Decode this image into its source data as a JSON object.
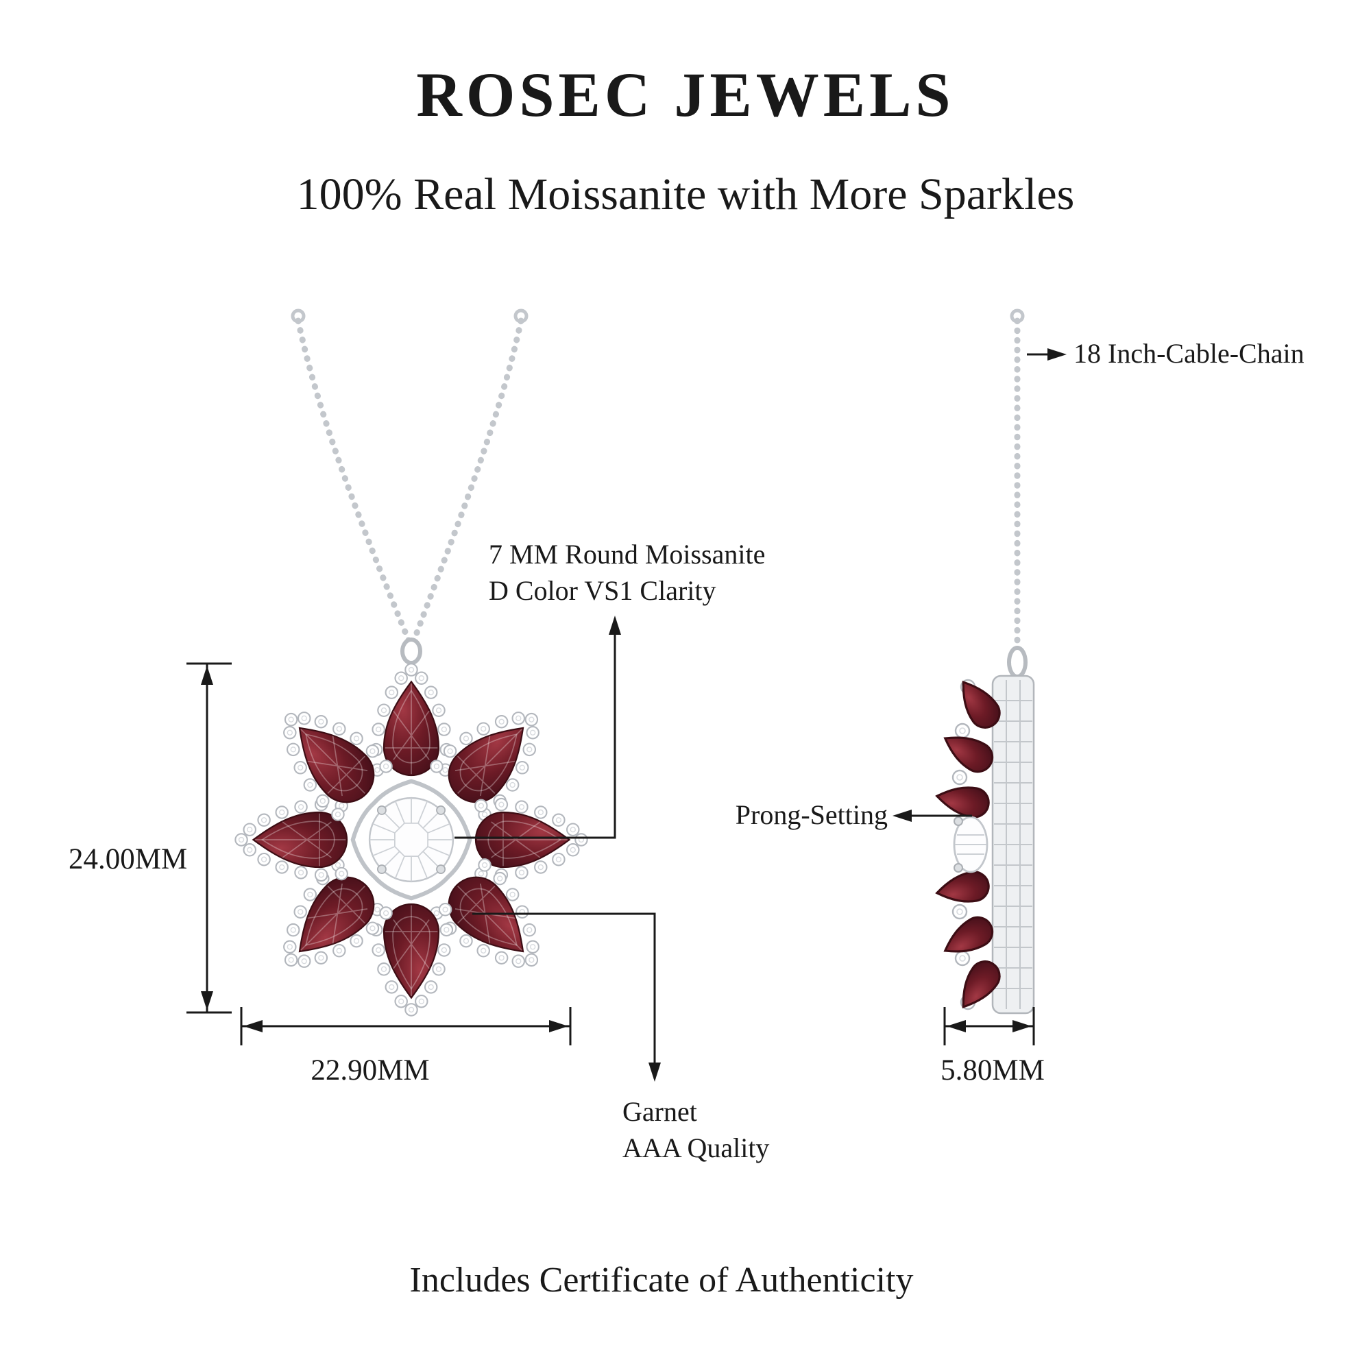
{
  "header": {
    "brand": "ROSEC JEWELS",
    "tagline": "100% Real Moissanite with More Sparkles"
  },
  "front_view": {
    "height_label": "24.00MM",
    "width_label": "22.90MM",
    "moissanite_note_line1": "7 MM Round Moissanite",
    "moissanite_note_line2": "D Color VS1 Clarity",
    "garnet_note_line1": "Garnet",
    "garnet_note_line2": "AAA Quality"
  },
  "side_view": {
    "chain_label": "18 Inch-Cable-Chain",
    "prong_label": "Prong-Setting",
    "depth_label": "5.80MM"
  },
  "footer": {
    "certificate_note": "Includes Certificate of Authenticity"
  },
  "colors": {
    "garnet": "#6d1b26",
    "metal": "#c3c7cc",
    "diamond_outline": "#b3b7bd",
    "text": "#191919",
    "background": "#ffffff"
  }
}
